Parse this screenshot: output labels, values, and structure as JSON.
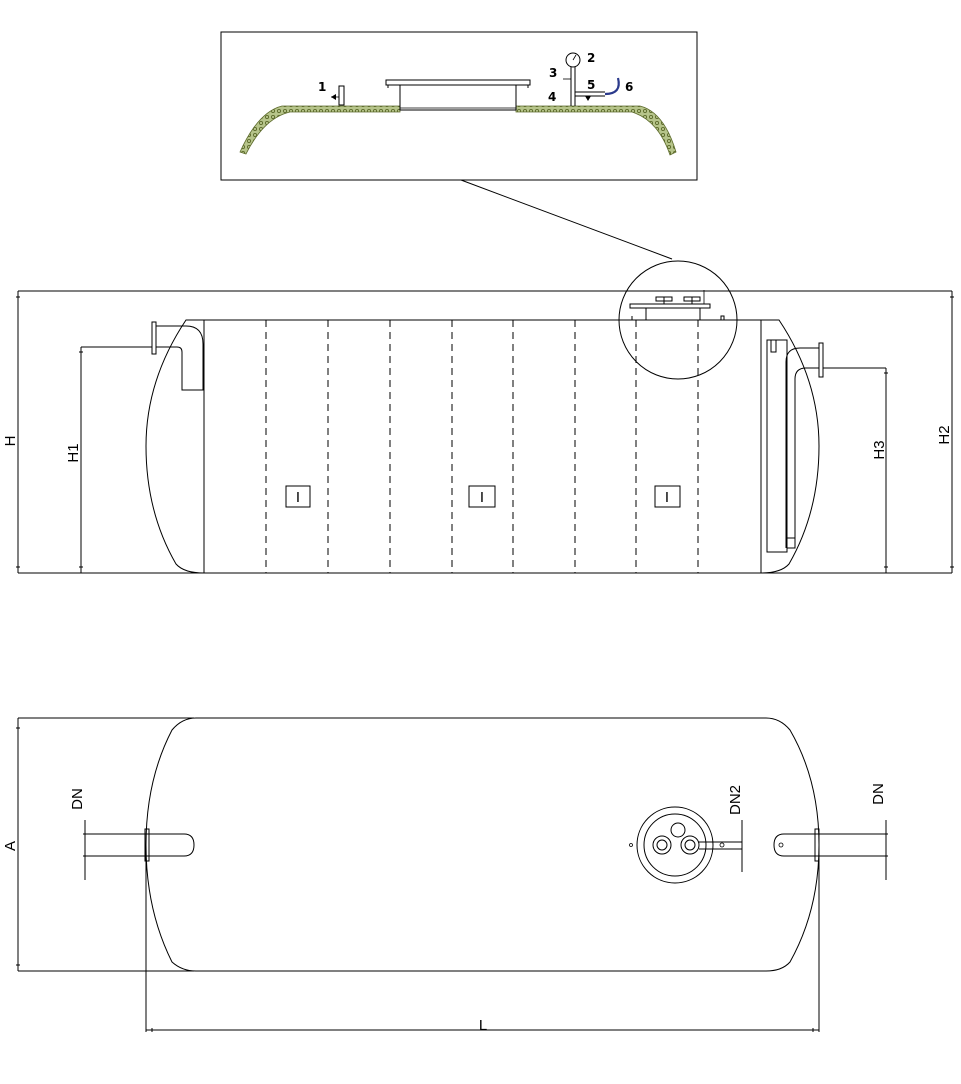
{
  "detail_callouts": [
    "1",
    "2",
    "3",
    "4",
    "5",
    "6"
  ],
  "side_view": {
    "dimensions": {
      "H": "H",
      "H1": "H1",
      "H2": "H2",
      "H3": "H3"
    },
    "compartment_marks": [
      "I",
      "I",
      "I"
    ]
  },
  "top_view": {
    "dimensions": {
      "A": "A",
      "L": "L",
      "DN_left": "DN",
      "DN_right": "DN",
      "DN2": "DN2"
    }
  },
  "colors": {
    "line": "#000000",
    "insulation_fill": "#b6c48a",
    "insulation_edge": "#5d6b2c",
    "hose": "#2b3a8c"
  }
}
